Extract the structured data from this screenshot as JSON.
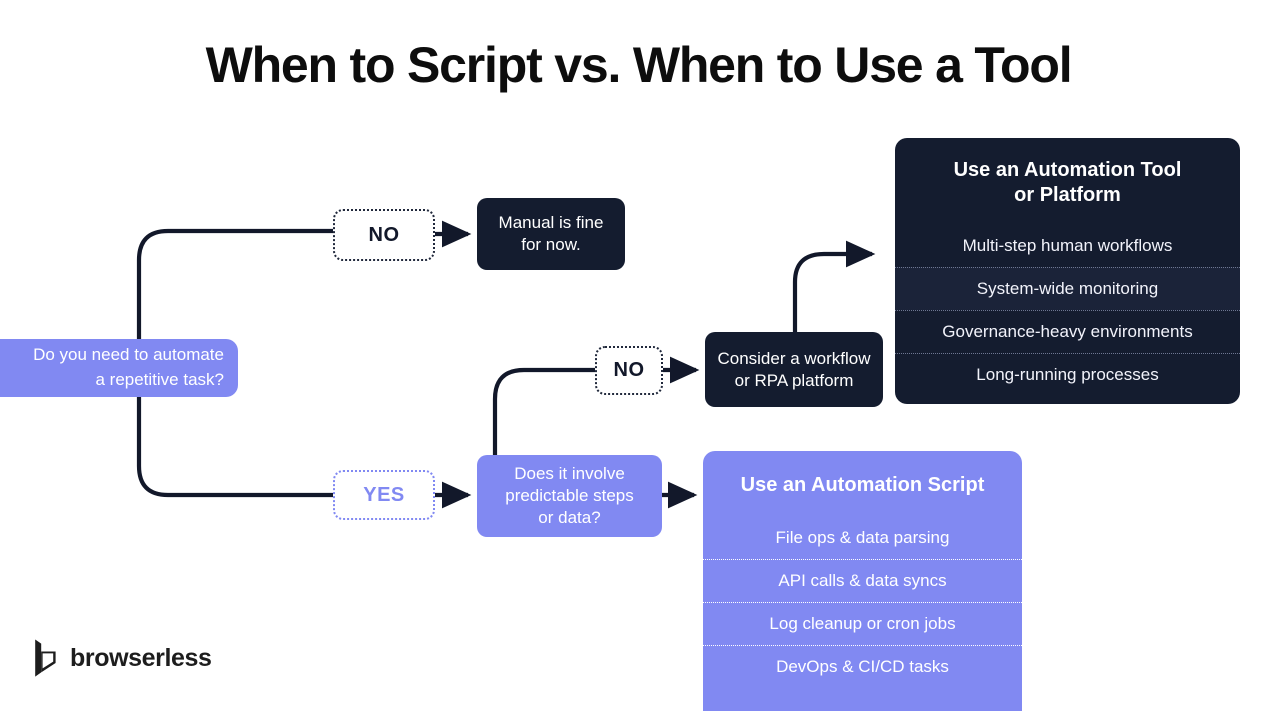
{
  "page": {
    "title": "When to Script vs. When to Use a Tool",
    "background": "#ffffff",
    "type": "flowchart"
  },
  "colors": {
    "accent_purple": "#8189f2",
    "dark_navy": "#141c2f",
    "dark_navy_alt": "#1b2339",
    "text_dark": "#0d0d0d",
    "text_light": "#ffffff"
  },
  "start_node": {
    "line1": "Do you need to automate",
    "line2": "a repetitive task?",
    "color": "#8189f2"
  },
  "edge_labels": {
    "no_top": "NO",
    "no_mid": "NO",
    "yes": "YES"
  },
  "nodes": {
    "manual": {
      "line1": "Manual is fine",
      "line2": "for now.",
      "color": "#141c2f"
    },
    "consider": {
      "line1": "Consider a workflow",
      "line2": "or RPA platform",
      "color": "#141c2f"
    },
    "predictable": {
      "line1": "Does it involve",
      "line2": "predictable steps",
      "line3": "or data?",
      "color": "#8189f2"
    }
  },
  "panels": {
    "tool": {
      "title_line1": "Use an Automation Tool",
      "title_line2": "or Platform",
      "color": "#141c2f",
      "rows": [
        "Multi-step human workflows",
        "System-wide monitoring",
        "Governance-heavy environments",
        "Long-running processes"
      ]
    },
    "script": {
      "title_line1": "Use an Automation Script",
      "color": "#8189f2",
      "rows": [
        "File ops & data parsing",
        "API calls & data syncs",
        "Log cleanup or cron jobs",
        "DevOps & CI/CD tasks"
      ]
    }
  },
  "logo": {
    "wordmark": "browserless",
    "mark": "browserless-b-mark"
  }
}
